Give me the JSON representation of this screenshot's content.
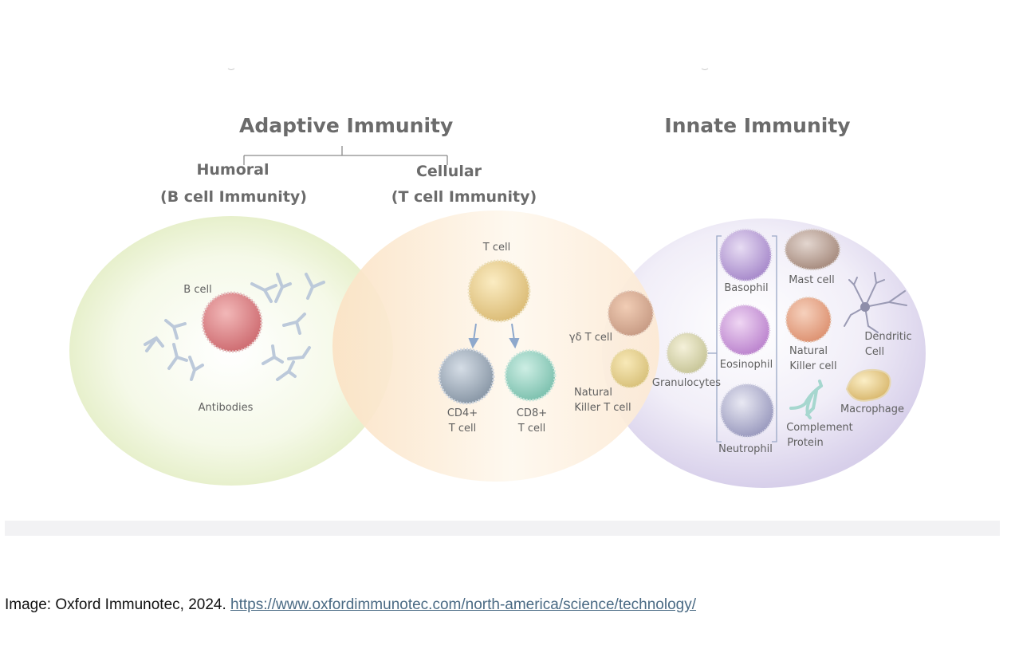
{
  "headings": {
    "adaptive": "Adaptive Immunity",
    "innate": "Innate Immunity",
    "humoral_line1": "Humoral",
    "humoral_line2": "(B cell Immunity)",
    "cellular_line1": "Cellular",
    "cellular_line2": "(T cell Immunity)"
  },
  "labels": {
    "b_cell": "B cell",
    "antibodies": "Antibodies",
    "t_cell": "T cell",
    "cd4_line1": "CD4+",
    "cd4_line2": "T cell",
    "cd8_line1": "CD8+",
    "cd8_line2": "T cell",
    "gd_t_cell": "γδ T cell",
    "nkt_line1": "Natural",
    "nkt_line2": "Killer T cell",
    "granulocytes": "Granulocytes",
    "basophil": "Basophil",
    "eosinophil": "Eosinophil",
    "neutrophil": "Neutrophil",
    "mast_cell": "Mast cell",
    "nk_line1": "Natural",
    "nk_line2": "Killer cell",
    "dendritic_line1": "Dendritic",
    "dendritic_line2": "Cell",
    "macrophage": "Macrophage",
    "complement_line1": "Complement",
    "complement_line2": "Protein"
  },
  "caption": {
    "prefix": "Image: Oxford Immunotec, 2024.",
    "link": "https://www.oxfordimmunotec.com/north-america/science/technology/"
  },
  "colors": {
    "humoral_circle": "#e9f2cf",
    "cellular_circle": "#fbe3c4",
    "innate_circle": "#ddd6ee",
    "b_cell": "#d9777c",
    "t_cell": "#e8cf8a",
    "cd4": "#9aa7b5",
    "cd8": "#8fcfbf",
    "basophil": "#b8a2d8",
    "eosinophil": "#c99ad9",
    "neutrophil": "#a6a6c8",
    "mast": "#b79c8c",
    "nk": "#e4a37f",
    "macrophage": "#e7cf8c",
    "complement": "#a6d7cf",
    "antibody": "#b6c4d8",
    "arrow": "#8ea8cc"
  }
}
